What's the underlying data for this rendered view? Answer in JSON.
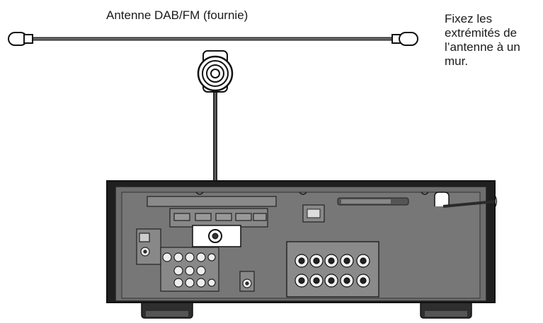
{
  "labels": {
    "antenna_caption": "Antenne DAB/FM (fournie)",
    "instruction_lines": [
      "Fixez les",
      "extrémités de",
      "l’antenne à un",
      "mur."
    ]
  },
  "colors": {
    "cable": "#2a2a2a",
    "panel": "#6e6e6e",
    "panel_inner": "#7b7b7b",
    "outline": "#111111",
    "highlight_box": "#ffffff"
  }
}
